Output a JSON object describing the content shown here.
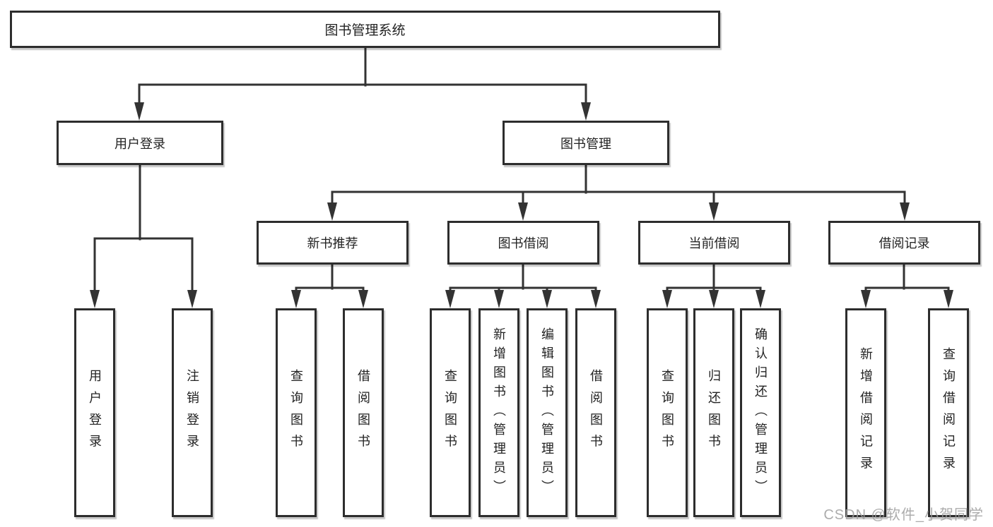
{
  "title": "图书管理系统",
  "watermark": "CSDN @软件_小贺同学",
  "colors": {
    "line": "#333333",
    "box_border": "#2d2d2d",
    "box_background": "#ffffff",
    "text": "#222222",
    "watermark": "#9e9e9e"
  },
  "level2": [
    {
      "label": "用户登录",
      "parent": "图书管理系统"
    },
    {
      "label": "图书管理",
      "parent": "图书管理系统"
    }
  ],
  "level3": [
    {
      "label": "新书推荐",
      "parent": "图书管理"
    },
    {
      "label": "图书借阅",
      "parent": "图书管理"
    },
    {
      "label": "当前借阅",
      "parent": "图书管理"
    },
    {
      "label": "借阅记录",
      "parent": "图书管理"
    }
  ],
  "level4": [
    {
      "label": "用户登录",
      "parent": "用户登录"
    },
    {
      "label": "注销登录",
      "parent": "用户登录"
    },
    {
      "label": "查询图书",
      "parent": "新书推荐"
    },
    {
      "label": "借阅图书",
      "parent": "新书推荐"
    },
    {
      "label": "查询图书",
      "parent": "图书借阅"
    },
    {
      "label": "新增图书（管理员）",
      "parent": "图书借阅"
    },
    {
      "label": "编辑图书（管理员）",
      "parent": "图书借阅"
    },
    {
      "label": "借阅图书",
      "parent": "图书借阅"
    },
    {
      "label": "查询图书",
      "parent": "当前借阅"
    },
    {
      "label": "归还图书",
      "parent": "当前借阅"
    },
    {
      "label": "确认归还（管理员）",
      "parent": "当前借阅"
    },
    {
      "label": "新增借阅记录",
      "parent": "借阅记录"
    },
    {
      "label": "查询借阅记录",
      "parent": "借阅记录"
    }
  ]
}
